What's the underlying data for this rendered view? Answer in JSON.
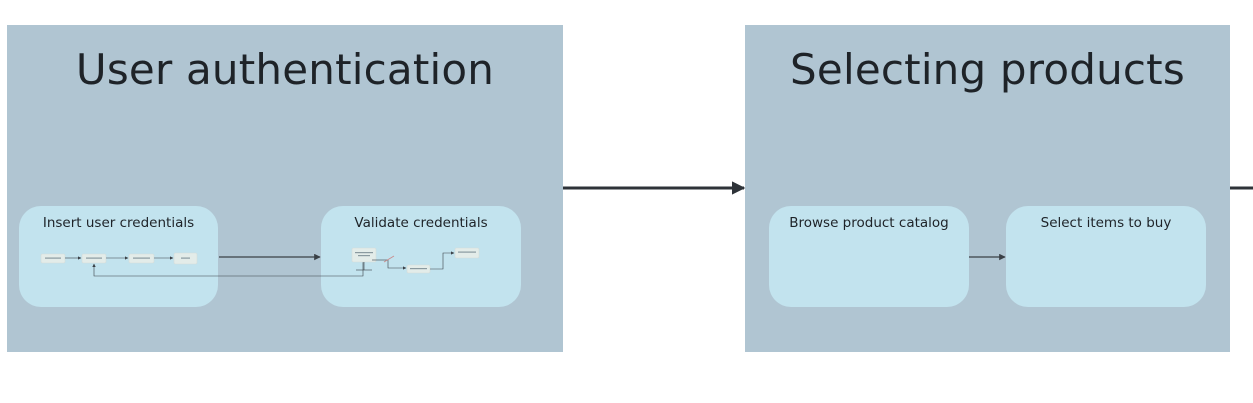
{
  "phases": [
    {
      "title": "User authentication",
      "steps": [
        {
          "label": "Insert user credentials"
        },
        {
          "label": "Validate credentials"
        }
      ]
    },
    {
      "title": "Selecting products",
      "steps": [
        {
          "label": "Browse product catalog"
        },
        {
          "label": "Select items to buy"
        }
      ]
    }
  ],
  "colors": {
    "phase_fill": "#b0c5d2",
    "step_fill": "#c2e3ee",
    "connector": "#2e3338",
    "title_text": "#1e2328"
  }
}
